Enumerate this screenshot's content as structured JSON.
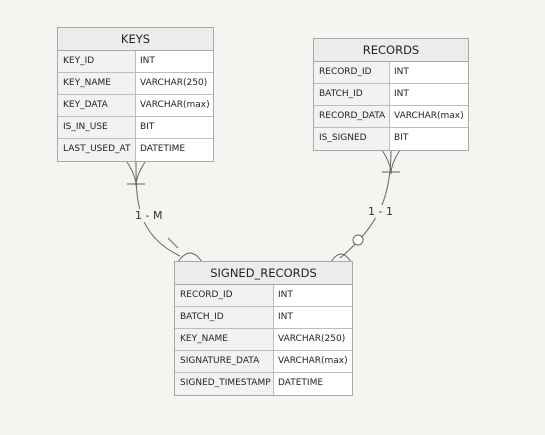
{
  "entities": {
    "keys": {
      "title": "KEYS",
      "columns": [
        {
          "name": "KEY_ID",
          "type": "INT"
        },
        {
          "name": "KEY_NAME",
          "type": "VARCHAR(250)"
        },
        {
          "name": "KEY_DATA",
          "type": "VARCHAR(max)"
        },
        {
          "name": "IS_IN_USE",
          "type": "BIT"
        },
        {
          "name": "LAST_USED_AT",
          "type": "DATETIME"
        }
      ]
    },
    "records": {
      "title": "RECORDS",
      "columns": [
        {
          "name": "RECORD_ID",
          "type": "INT"
        },
        {
          "name": "BATCH_ID",
          "type": "INT"
        },
        {
          "name": "RECORD_DATA",
          "type": "VARCHAR(max)"
        },
        {
          "name": "IS_SIGNED",
          "type": "BIT"
        }
      ]
    },
    "signed_records": {
      "title": "SIGNED_RECORDS",
      "columns": [
        {
          "name": "RECORD_ID",
          "type": "INT"
        },
        {
          "name": "BATCH_ID",
          "type": "INT"
        },
        {
          "name": "KEY_NAME",
          "type": "VARCHAR(250)"
        },
        {
          "name": "SIGNATURE_DATA",
          "type": "VARCHAR(max)"
        },
        {
          "name": "SIGNED_TIMESTAMP",
          "type": "DATETIME"
        }
      ]
    }
  },
  "relationships": {
    "keys_to_signed": {
      "label": "1 - M"
    },
    "records_to_signed": {
      "label": "1 - 1"
    }
  }
}
